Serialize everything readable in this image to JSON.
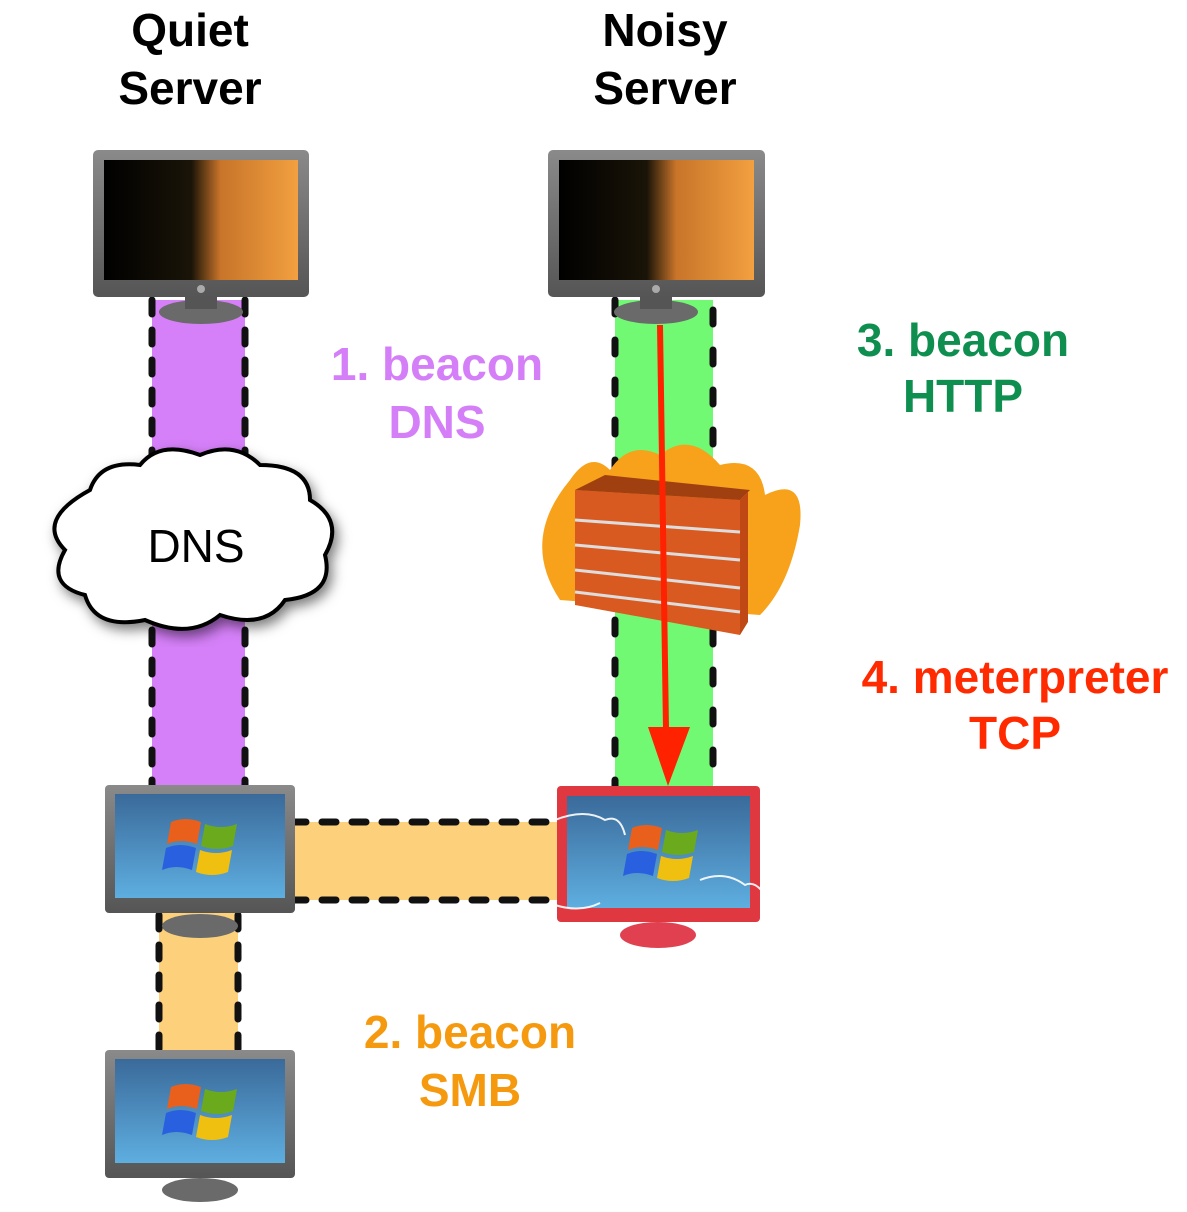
{
  "servers": {
    "quiet": {
      "line1": "Quiet",
      "line2": "Server"
    },
    "noisy": {
      "line1": "Noisy",
      "line2": "Server"
    }
  },
  "cloud_label": "DNS",
  "channels": [
    {
      "step": "1. beacon",
      "protocol": "DNS",
      "color": "#d47ff7"
    },
    {
      "step": "2. beacon",
      "protocol": "SMB",
      "color": "#f5990f"
    },
    {
      "step": "3. beacon",
      "protocol": "HTTP",
      "color": "#0e8f4f"
    },
    {
      "step": "4. meterpreter",
      "protocol": "TCP",
      "color": "#ff2a00"
    }
  ],
  "band_colors": {
    "dns": "#d57ff8",
    "smb": "#fdd17b",
    "http": "#72f974"
  },
  "icons": [
    "attacker-monitor-icon",
    "windows-monitor-icon",
    "firewall-icon",
    "cloud-icon",
    "arrow-down-icon"
  ]
}
